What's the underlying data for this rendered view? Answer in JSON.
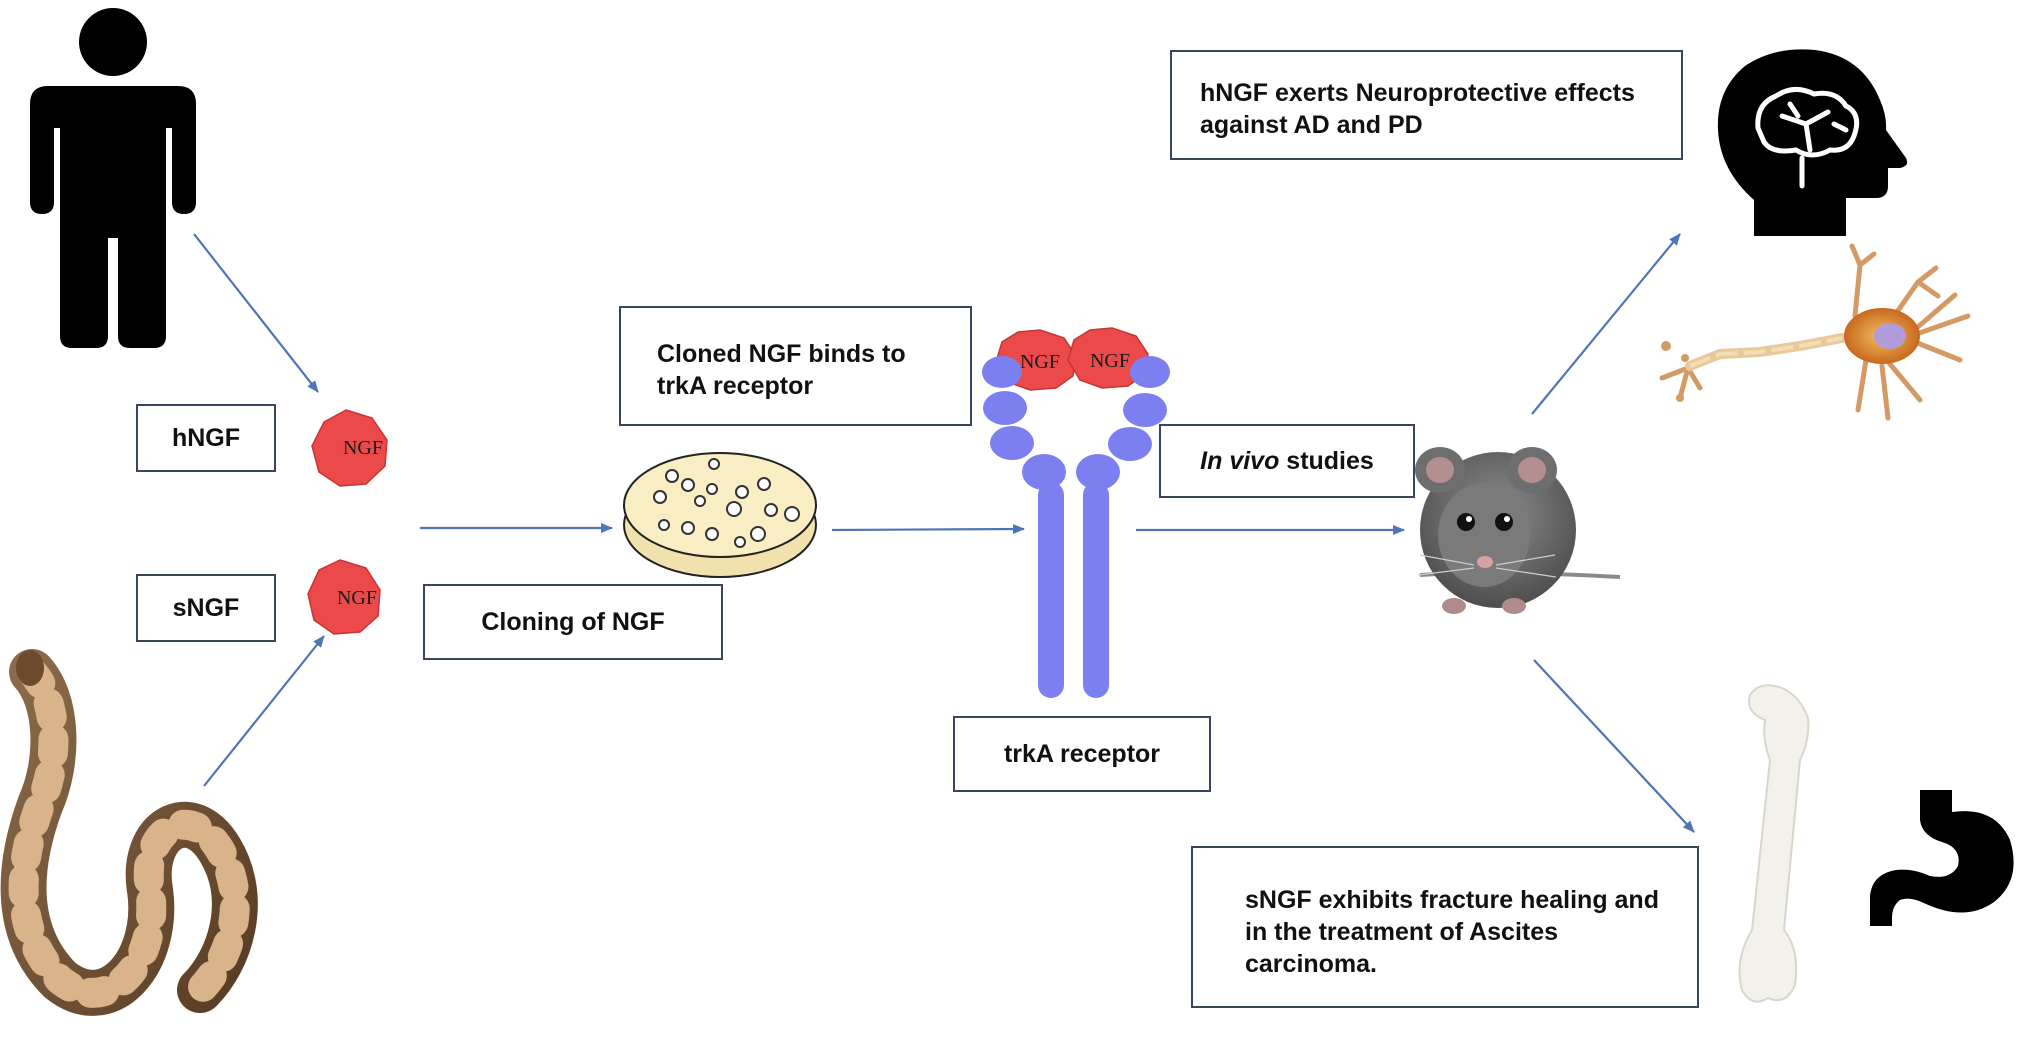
{
  "labels": {
    "hngf": "hNGF",
    "sngf": "sNGF",
    "cloning": "Cloning of NGF",
    "binding": "Cloned NGF binds to trkA receptor",
    "trka": "trkA receptor",
    "invivo_italic": "In vivo",
    "invivo_rest": " studies",
    "neuro": "hNGF exerts Neuroprotective effects against AD and PD",
    "fracture": "sNGF exhibits fracture healing and in the treatment of Ascites carcinoma."
  },
  "ngf_token": "NGF",
  "colors": {
    "ngf_red": "#ec4a4a",
    "receptor_blue": "#7b7ff0",
    "arrow_blue": "#4f74b8",
    "box_border": "#3a4660",
    "petri_fill": "#f8edc3"
  },
  "icons": [
    "human-icon",
    "snake-icon",
    "petri-dish-icon",
    "mouse-icon",
    "brain-head-icon",
    "neuron-icon",
    "bone-icon",
    "stomach-icon"
  ]
}
